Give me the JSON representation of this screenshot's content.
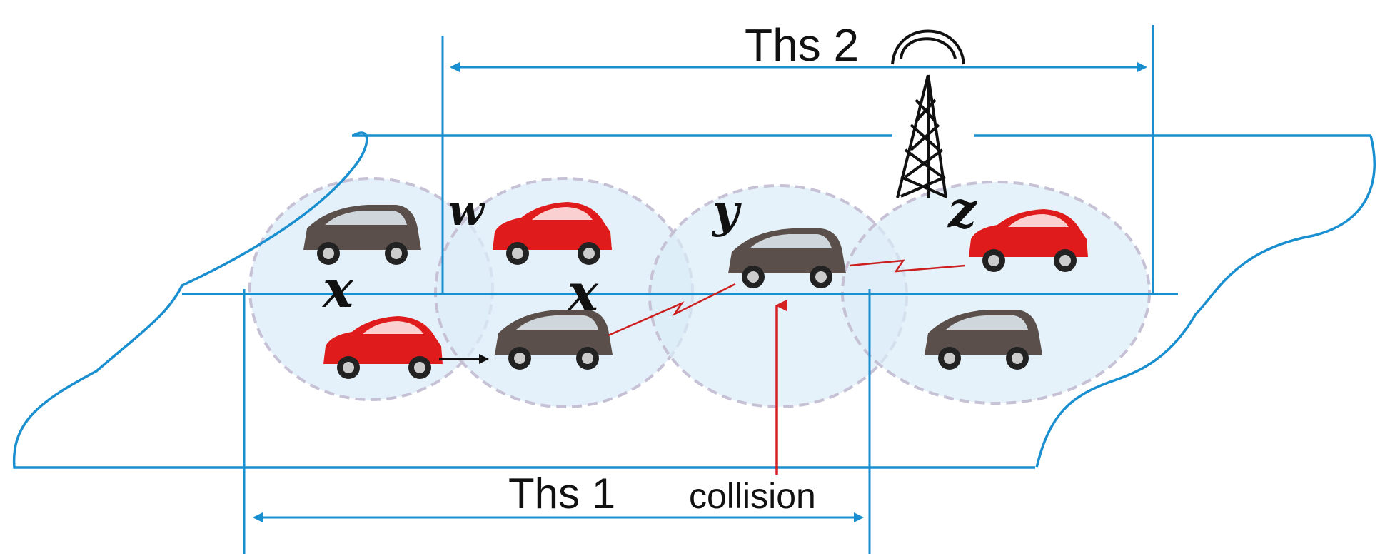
{
  "labels": {
    "ths1": "Ths 1",
    "ths2": "Ths 2",
    "collision": "collision",
    "vehicle_x_left": "x",
    "vehicle_x_mid": "x",
    "vehicle_w": "w",
    "vehicle_y": "y",
    "vehicle_z": "z"
  },
  "colors": {
    "road_line": "#1a8fd0",
    "collision_arrow": "#d42222",
    "car_red": "#e01b1b",
    "car_dark": "#5a4f4a",
    "coverage_fill": "#dcecf8",
    "coverage_stroke": "#c7c1d6"
  },
  "icons": [
    "car-icon",
    "tower-icon",
    "signal-wave-icon",
    "lightning-link-icon",
    "arrow-icon"
  ]
}
